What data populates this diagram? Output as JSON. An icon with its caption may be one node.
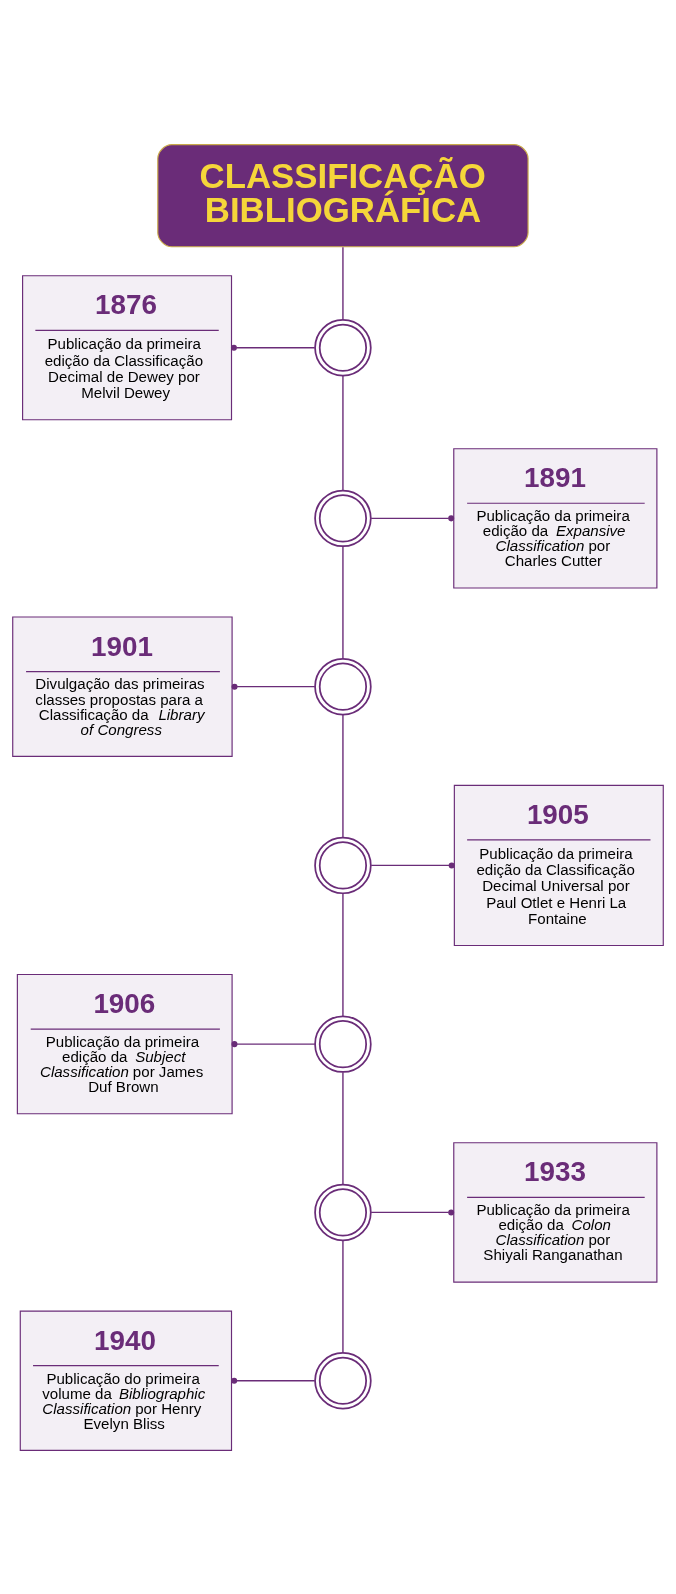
{
  "diagram": {
    "nodes": [
      {
        "text": [
          "CLASSIFICAÇÃO BIBLIOGRÁFICA"
        ]
      },
      {
        "text": [],
        "shape": "circle"
      },
      {
        "text": [
          "1876",
          "Publicação da primeira edição da Classificação Decimal de Dewey por Melvil Dewey"
        ]
      },
      {
        "text": [],
        "shape": "circle"
      },
      {
        "text": [
          "1891",
          "Publicação da primeira edição da *Expansive Classification* por Charles Cutter"
        ]
      },
      {
        "text": [],
        "shape": "circle"
      },
      {
        "text": [
          "1901",
          "Divulgação das primeiras classes propostas para a Classificação da *Library of Congress*"
        ]
      },
      {
        "text": [],
        "shape": "circle"
      },
      {
        "text": [
          "1905",
          "Publicação da primeira edição da Classificação Decimal Universal por Paul Otlet e Henri La Fontaine"
        ]
      },
      {
        "text": [],
        "shape": "circle"
      },
      {
        "text": [
          "1906",
          "Publicação da primeira edição da *Subject Classification* por James Duf Brown"
        ]
      },
      {
        "text": [],
        "shape": "circle"
      },
      {
        "text": [
          "1933",
          "Publicação da primeira edição da *Colon Classification* por Shiyali Ranganathan"
        ]
      },
      {
        "text": [],
        "shape": "circle"
      },
      {
        "text": [
          "1940",
          "Publicação do primeira volume da *Bibliographic Classification* por Henry Evelyn Bliss"
        ]
      }
    ],
    "edges": [
      {
        "from": 0,
        "to": 1,
        "arrow": "none"
      },
      {
        "from": 1,
        "to": 3,
        "arrow": "none"
      },
      {
        "from": 3,
        "to": 5,
        "arrow": "none"
      },
      {
        "from": 5,
        "to": 7,
        "arrow": "none"
      },
      {
        "from": 7,
        "to": 9,
        "arrow": "none"
      },
      {
        "from": 9,
        "to": 11,
        "arrow": "none"
      },
      {
        "from": 11,
        "to": 13,
        "arrow": "none"
      },
      {
        "from": 2,
        "to": 1,
        "arrow": "other"
      },
      {
        "from": 3,
        "to": 4,
        "arrow": "other"
      },
      {
        "from": 6,
        "to": 5,
        "arrow": "other"
      },
      {
        "from": 7,
        "to": 8,
        "arrow": "other"
      },
      {
        "from": 10,
        "to": 9,
        "arrow": "other"
      },
      {
        "from": 11,
        "to": 12,
        "arrow": "other"
      },
      {
        "from": 14,
        "to": 13,
        "arrow": "other"
      }
    ]
  }
}
